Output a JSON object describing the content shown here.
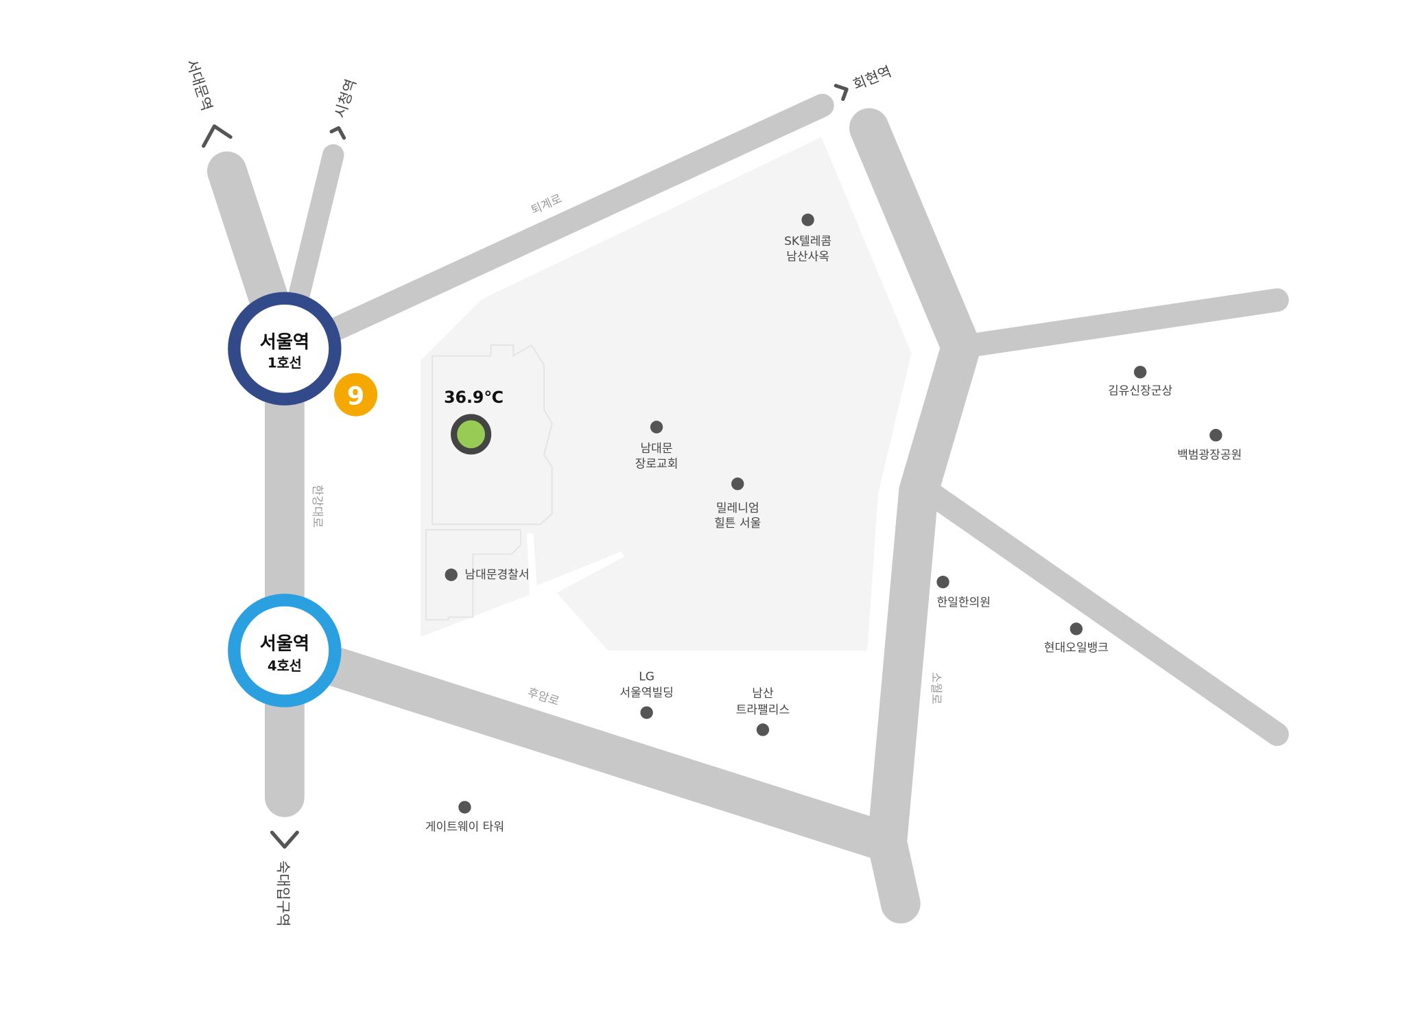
{
  "stations": {
    "line1": {
      "name": "서울역",
      "line": "1호선",
      "color": "#334a8a"
    },
    "line4": {
      "name": "서울역",
      "line": "4호선",
      "color": "#2aa0e0"
    },
    "line9": {
      "badge": "9",
      "color": "#f5a800"
    }
  },
  "directions": {
    "seodaemun": "서대문역",
    "cityhall": "시청역",
    "hoehyeon": "회현역",
    "sookmyung": "숙대입구역"
  },
  "roads": {
    "toegye": "퇴계로",
    "hangang": "한강대로",
    "huam": "후암로",
    "sowol": "소월로"
  },
  "sensor": {
    "temperature": "36.9℃",
    "status_color": "#96cc55"
  },
  "pois": {
    "sk": [
      "SK텔레콤",
      "남산사옥"
    ],
    "namdaemun_church": [
      "남대문",
      "장로교회"
    ],
    "hilton": [
      "밀레니엄",
      "힐튼 서울"
    ],
    "police": "남대문경찰서",
    "kimyushin": "김유신장군상",
    "baekbeom": "백범광장공원",
    "hanil": "한일한의원",
    "hyundai": "현대오일뱅크",
    "lg": [
      "LG",
      "서울역빌딩"
    ],
    "namsan": [
      "남산",
      "트라팰리스"
    ],
    "gateway": "게이트웨이 타워"
  }
}
